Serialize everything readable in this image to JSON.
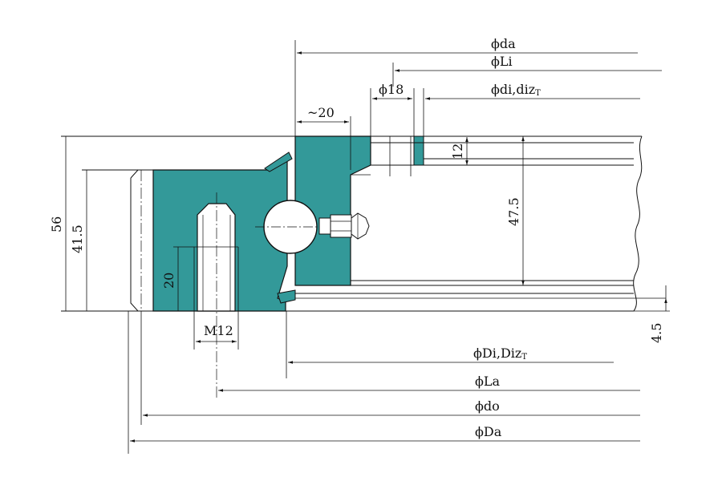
{
  "colors": {
    "section_fill": "#339999",
    "line": "#111111",
    "background": "#ffffff"
  },
  "labels": {
    "phi_da": "ϕda",
    "phi_Li": "ϕLi",
    "phi_18": "ϕ18",
    "phi_di_dizt": "ϕdi,diz",
    "phi_di_dizt_sub": "T",
    "approx_20": "~20",
    "dim_12": "12",
    "dim_47_5": "47.5",
    "dim_56": "56",
    "dim_41_5": "41.5",
    "dim_20": "20",
    "m12": "M12",
    "dim_4_5": "4.5",
    "phi_Di_DizT": "ϕDi,Diz",
    "phi_Di_DizT_sub": "T",
    "phi_La": "ϕLa",
    "phi_do": "ϕdo",
    "phi_Da": "ϕDa"
  }
}
